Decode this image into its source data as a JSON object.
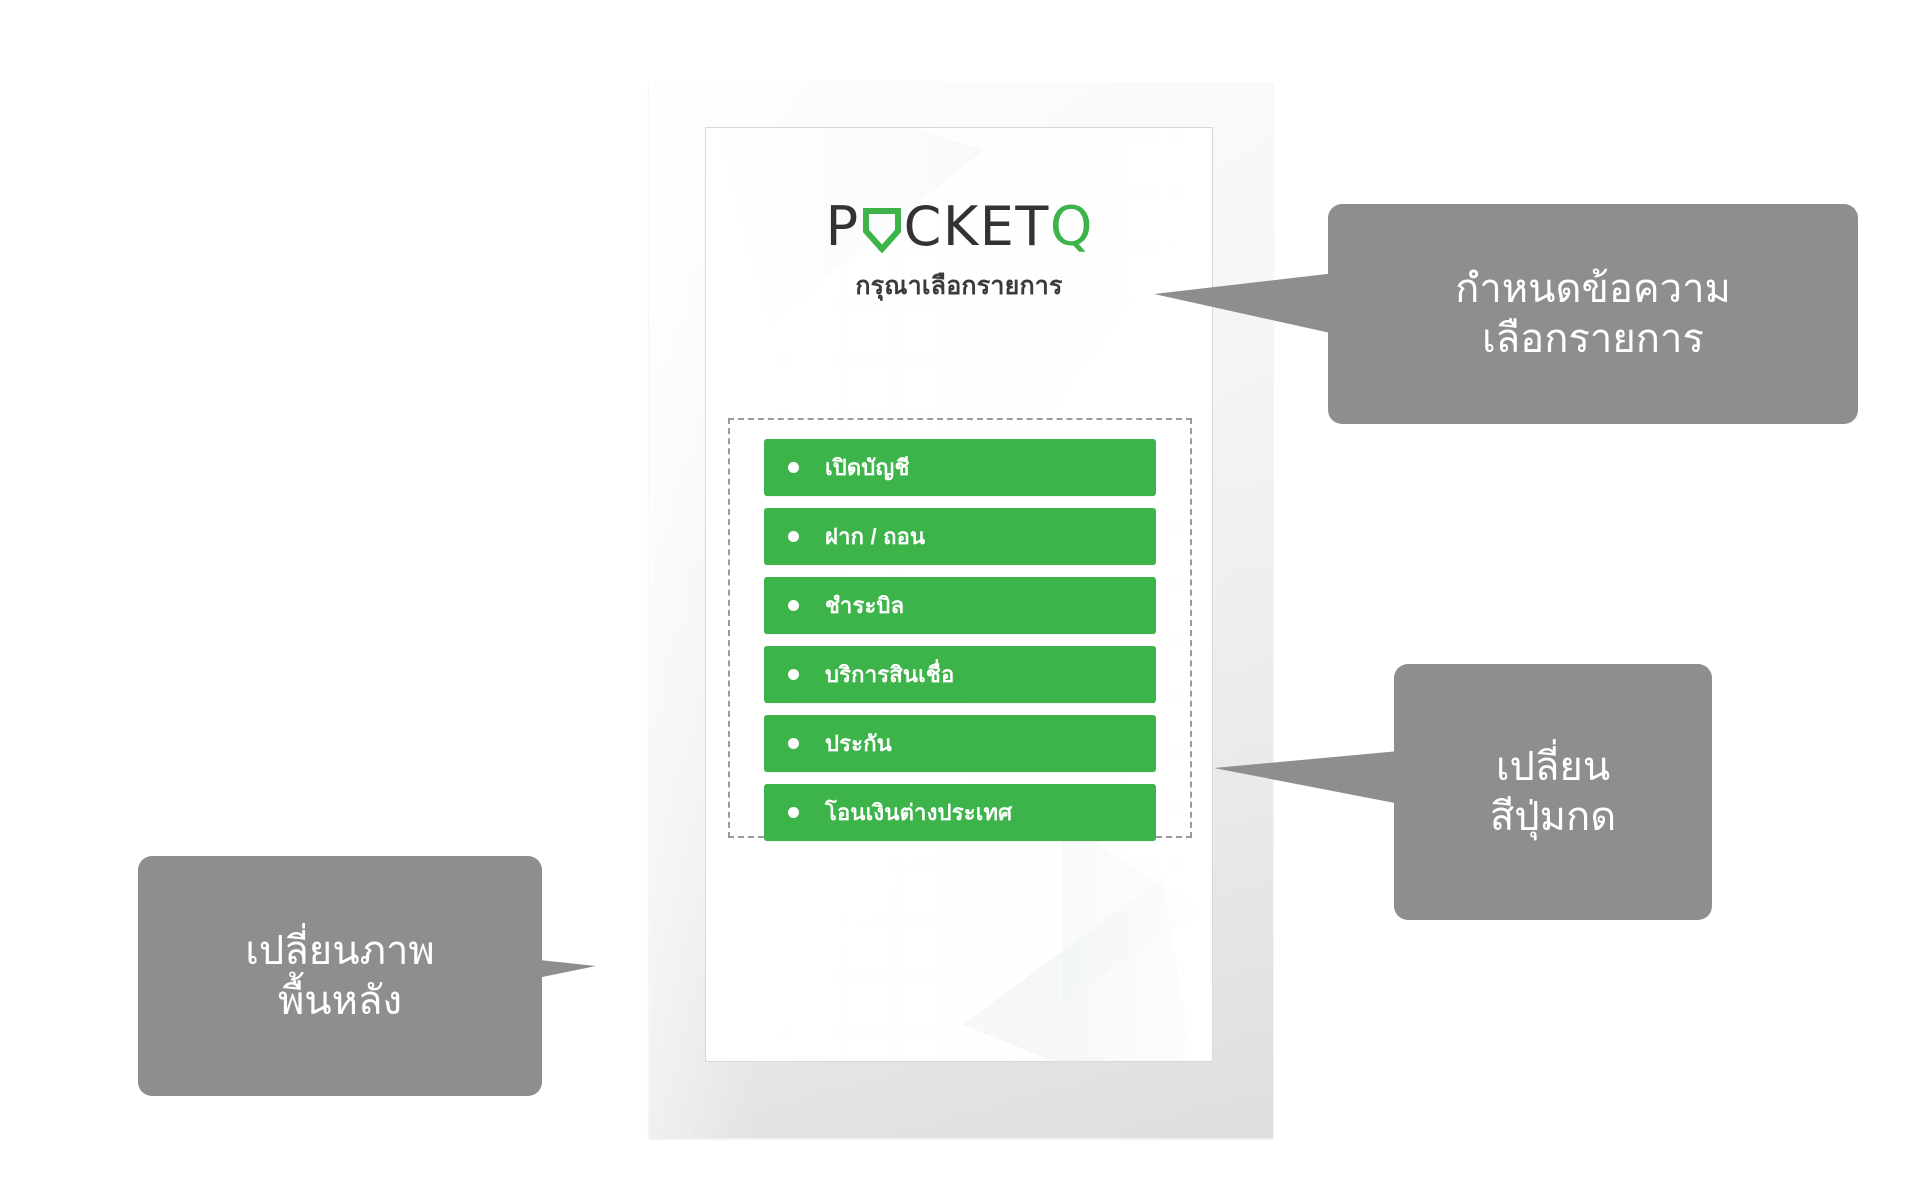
{
  "page": {
    "background_color": "#ffffff",
    "title": "PocketQ kiosk menu customisation annotated mockup"
  },
  "device": {
    "name": "kiosk-frame",
    "frame_color": "#ededed",
    "screen_color": "#ffffff"
  },
  "screen": {
    "logo": {
      "part1": "P",
      "shield_icon": "shield-icon",
      "part2": "CKET",
      "part3": "Q",
      "full_text": "POCKETQ",
      "dark_color": "#333333",
      "accent_color": "#3cb44a"
    },
    "subtitle": "กรุณาเลือกรายการ",
    "menu": {
      "accent_color": "#3cb44a",
      "bullet_color": "#ffffff",
      "items": [
        {
          "label": "เปิดบัญชี"
        },
        {
          "label": "ฝาก / ถอน"
        },
        {
          "label": "ชำระบิล"
        },
        {
          "label": "บริการสินเชื่อ"
        },
        {
          "label": "ประกัน"
        },
        {
          "label": "โอนเงินต่างประเทศ"
        }
      ]
    },
    "selection_outline": {
      "style": "dashed",
      "color": "#9a9a9a"
    }
  },
  "callouts": {
    "color": "#8e8e8e",
    "text_color": "#ffffff",
    "message": {
      "line1": "กำหนดข้อความ",
      "line2": "เลือกรายการ"
    },
    "button_color": {
      "line1": "เปลี่ยน",
      "line2": "สีปุ่มกด"
    },
    "background": {
      "line1": "เปลี่ยนภาพ",
      "line2": "พื้นหลัง"
    }
  }
}
